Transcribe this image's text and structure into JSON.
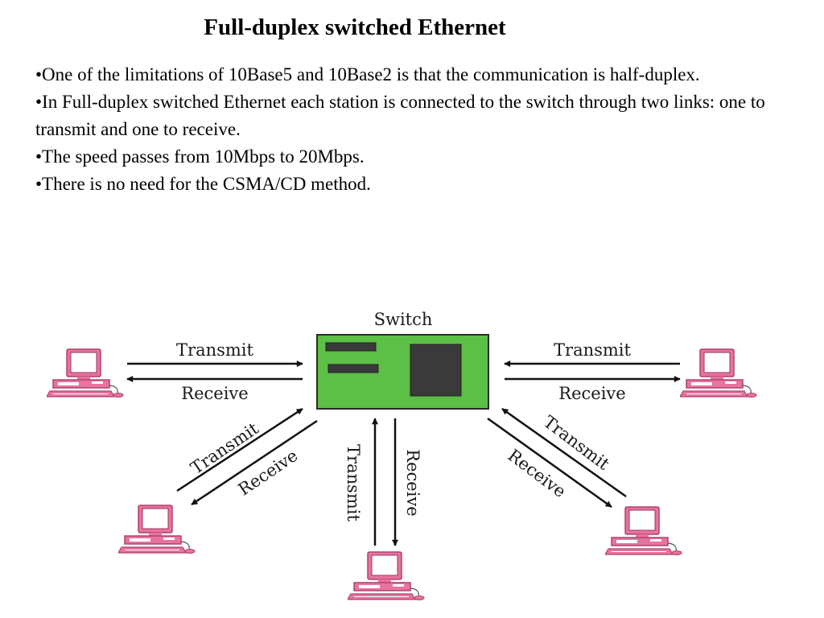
{
  "slide": {
    "title": "Full-duplex switched Ethernet",
    "bullets": [
      "•One of the limitations of 10Base5 and 10Base2 is that the communication is half-duplex.",
      "•In Full-duplex  switched Ethernet  each station  is connected to the switch through two links: one to transmit and one to receive.",
      "•The speed passes from 10Mbps to 20Mbps.",
      "•There is no need for the CSMA/CD method."
    ]
  },
  "diagram": {
    "switch_label": "Switch",
    "link_transmit": "Transmit",
    "link_receive": "Receive",
    "switch_color": "#5cbf46",
    "computer_color": "#e8739e"
  }
}
